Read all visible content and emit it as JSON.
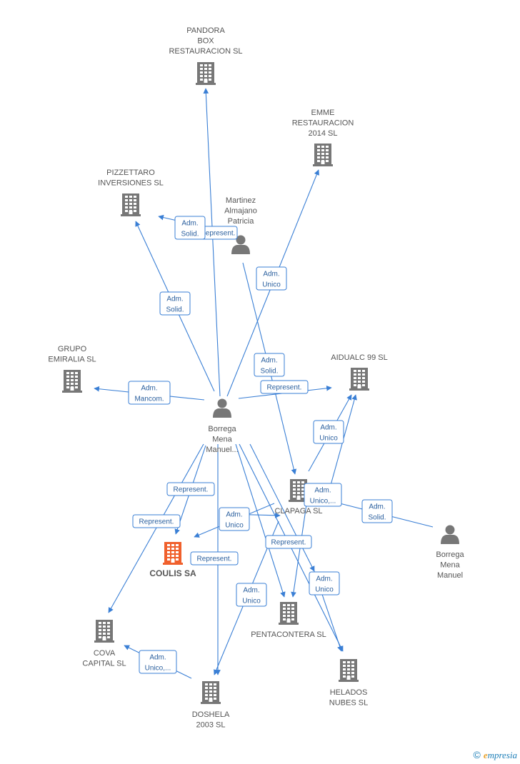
{
  "colors": {
    "edge": "#3a7fd5",
    "building": "#777777",
    "focus_building": "#f0602c",
    "person": "#777777",
    "badge_text": "#2a5f9e",
    "label": "#555555"
  },
  "nodes": [
    {
      "id": "pandora",
      "type": "company",
      "icon": "building-icon",
      "lines": [
        "PANDORA",
        "BOX",
        "RESTAURACION SL"
      ]
    },
    {
      "id": "emme",
      "type": "company",
      "icon": "building-icon",
      "lines": [
        "EMME",
        "RESTAURACION",
        "2014  SL"
      ]
    },
    {
      "id": "pizzettaro",
      "type": "company",
      "icon": "building-icon",
      "lines": [
        "PIZZETTARO",
        "INVERSIONES SL"
      ]
    },
    {
      "id": "martinez",
      "type": "person",
      "icon": "person-icon",
      "lines": [
        "Martinez",
        "Almajano",
        "Patricia"
      ]
    },
    {
      "id": "grupo",
      "type": "company",
      "icon": "building-icon",
      "lines": [
        "GRUPO",
        "EMIRALIA  SL"
      ]
    },
    {
      "id": "aidualc",
      "type": "company",
      "icon": "building-icon",
      "lines": [
        "AIDUALC 99 SL"
      ]
    },
    {
      "id": "borrega1",
      "type": "person",
      "icon": "person-icon",
      "lines": [
        "Borrega",
        "Mena",
        "Manuel..."
      ]
    },
    {
      "id": "clapaga",
      "type": "company",
      "icon": "building-icon",
      "lines": [
        "CLAPAGA SL"
      ]
    },
    {
      "id": "borrega2",
      "type": "person",
      "icon": "person-icon",
      "lines": [
        "Borrega",
        "Mena",
        "Manuel"
      ]
    },
    {
      "id": "coulis",
      "type": "focus",
      "icon": "building-icon",
      "lines": [
        "COULIS SA"
      ]
    },
    {
      "id": "pentacontera",
      "type": "company",
      "icon": "building-icon",
      "lines": [
        "PENTACONTERA SL"
      ]
    },
    {
      "id": "cova",
      "type": "company",
      "icon": "building-icon",
      "lines": [
        "COVA",
        "CAPITAL SL"
      ]
    },
    {
      "id": "helados",
      "type": "company",
      "icon": "building-icon",
      "lines": [
        "HELADOS",
        "NUBES SL"
      ]
    },
    {
      "id": "doshela",
      "type": "company",
      "icon": "building-icon",
      "lines": [
        "DOSHELA",
        "2003 SL"
      ]
    }
  ],
  "badges": [
    {
      "lines": [
        "Represent."
      ]
    },
    {
      "lines": [
        "Adm.",
        "Solid."
      ]
    },
    {
      "lines": [
        "Adm.",
        "Unico"
      ]
    },
    {
      "lines": [
        "Adm.",
        "Solid."
      ]
    },
    {
      "lines": [
        "Adm.",
        "Solid."
      ]
    },
    {
      "lines": [
        "Adm.",
        "Mancom."
      ]
    },
    {
      "lines": [
        "Represent."
      ]
    },
    {
      "lines": [
        "Adm.",
        "Unico"
      ]
    },
    {
      "lines": [
        "Adm.",
        "Unico,..."
      ]
    },
    {
      "lines": [
        "Adm.",
        "Solid."
      ]
    },
    {
      "lines": [
        "Represent."
      ]
    },
    {
      "lines": [
        "Adm.",
        "Unico"
      ]
    },
    {
      "lines": [
        "Represent."
      ]
    },
    {
      "lines": [
        "Represent."
      ]
    },
    {
      "lines": [
        "Represent."
      ]
    },
    {
      "lines": [
        "Adm.",
        "Unico"
      ]
    },
    {
      "lines": [
        "Adm.",
        "Unico"
      ]
    },
    {
      "lines": [
        "Adm.",
        "Unico,..."
      ]
    }
  ],
  "footer": {
    "copyright": "©",
    "brand_initial": "e",
    "brand_rest": "mpresia"
  }
}
